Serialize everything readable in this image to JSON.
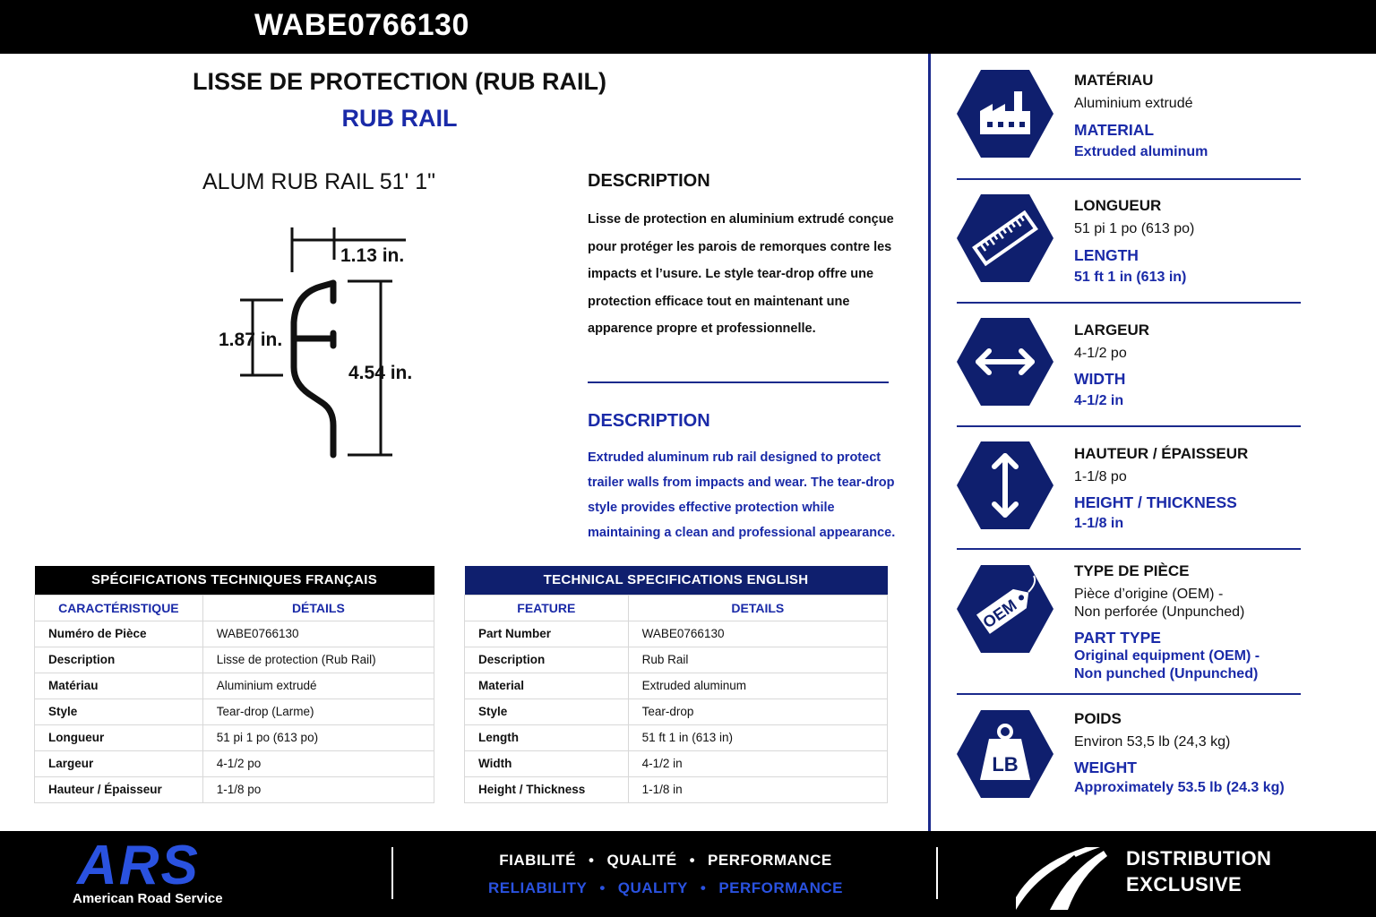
{
  "header": {
    "part_number": "WABE0766130"
  },
  "titles": {
    "fr": "LISSE DE PROTECTION (RUB RAIL)",
    "en": "RUB RAIL"
  },
  "diagram": {
    "title": "ALUM RUB RAIL 51' 1\"",
    "dim_top": "1.13 in.",
    "dim_left": "1.87 in.",
    "dim_right": "4.54 in."
  },
  "description_fr": {
    "heading": "DESCRIPTION",
    "text": "Lisse de protection en aluminium extrudé conçue pour protéger les parois de remorques contre les impacts et l’usure. Le style tear-drop offre une protection efficace tout en maintenant une apparence propre et professionnelle."
  },
  "description_en": {
    "heading": "DESCRIPTION",
    "text": "Extruded aluminum rub rail designed to protect trailer walls from impacts and wear. The tear-drop style provides effective protection while maintaining a clean and professional appearance."
  },
  "table_fr": {
    "caption": "SPÉCIFICATIONS TECHNIQUES FRANÇAIS",
    "headers": [
      "CARACTÉRISTIQUE",
      "DÉTAILS"
    ],
    "rows": [
      [
        "Numéro de Pièce",
        "WABE0766130"
      ],
      [
        "Description",
        "Lisse de protection (Rub Rail)"
      ],
      [
        "Matériau",
        "Aluminium extrudé"
      ],
      [
        "Style",
        "Tear-drop (Larme)"
      ],
      [
        "Longueur",
        "51 pi 1 po (613 po)"
      ],
      [
        "Largeur",
        "4-1/2 po"
      ],
      [
        "Hauteur / Épaisseur",
        "1-1/8 po"
      ]
    ]
  },
  "table_en": {
    "caption": "TECHNICAL SPECIFICATIONS ENGLISH",
    "headers": [
      "FEATURE",
      "DETAILS"
    ],
    "rows": [
      [
        "Part Number",
        "WABE0766130"
      ],
      [
        "Description",
        "Rub Rail"
      ],
      [
        "Material",
        "Extruded aluminum"
      ],
      [
        "Style",
        "Tear-drop"
      ],
      [
        "Length",
        "51 ft 1 in (613 in)"
      ],
      [
        "Width",
        "4-1/2 in"
      ],
      [
        "Height / Thickness",
        "1-1/8 in"
      ]
    ]
  },
  "specs": [
    {
      "icon": "factory-icon",
      "fr_label": "MATÉRIAU",
      "fr_value": "Aluminium extrudé",
      "en_label": "MATERIAL",
      "en_value": "Extruded aluminum"
    },
    {
      "icon": "ruler-icon",
      "fr_label": "LONGUEUR",
      "fr_value": "51 pi 1 po (613 po)",
      "en_label": "LENGTH",
      "en_value": "51 ft 1 in (613 in)"
    },
    {
      "icon": "horizontal-arrows-icon",
      "fr_label": "LARGEUR",
      "fr_value": "4-1/2 po",
      "en_label": "WIDTH",
      "en_value": "4-1/2 in"
    },
    {
      "icon": "vertical-arrows-icon",
      "fr_label": "HAUTEUR / ÉPAISSEUR",
      "fr_value": "1-1/8 po",
      "en_label": "HEIGHT / THICKNESS",
      "en_value": "1-1/8 in"
    },
    {
      "icon": "oem-tag-icon",
      "icon_text": "OEM",
      "fr_label": "TYPE DE PIÈCE",
      "fr_value": "Pièce d’origine (OEM) -\nNon perforée (Unpunched)",
      "en_label": "PART TYPE",
      "en_value": "Original equipment (OEM) -\nNon punched (Unpunched)"
    },
    {
      "icon": "weight-icon",
      "icon_text": "LB",
      "fr_label": "POIDS",
      "fr_value": "Environ 53,5 lb (24,3 kg)",
      "en_label": "WEIGHT",
      "en_value": "Approximately 53.5 lb (24.3 kg)"
    }
  ],
  "footer": {
    "logo": "ARS",
    "logo_sub": "American Road Service",
    "tagline_fr": [
      "FIABILITÉ",
      "QUALITÉ",
      "PERFORMANCE"
    ],
    "tagline_en": [
      "RELIABILITY",
      "QUALITY",
      "PERFORMANCE"
    ],
    "separator": "•",
    "distribution": [
      "DISTRIBUTION",
      "EXCLUSIVE"
    ]
  },
  "colors": {
    "accent_blue": "#1a2aa8",
    "hex_navy": "#0f1f6e",
    "black": "#000000"
  }
}
